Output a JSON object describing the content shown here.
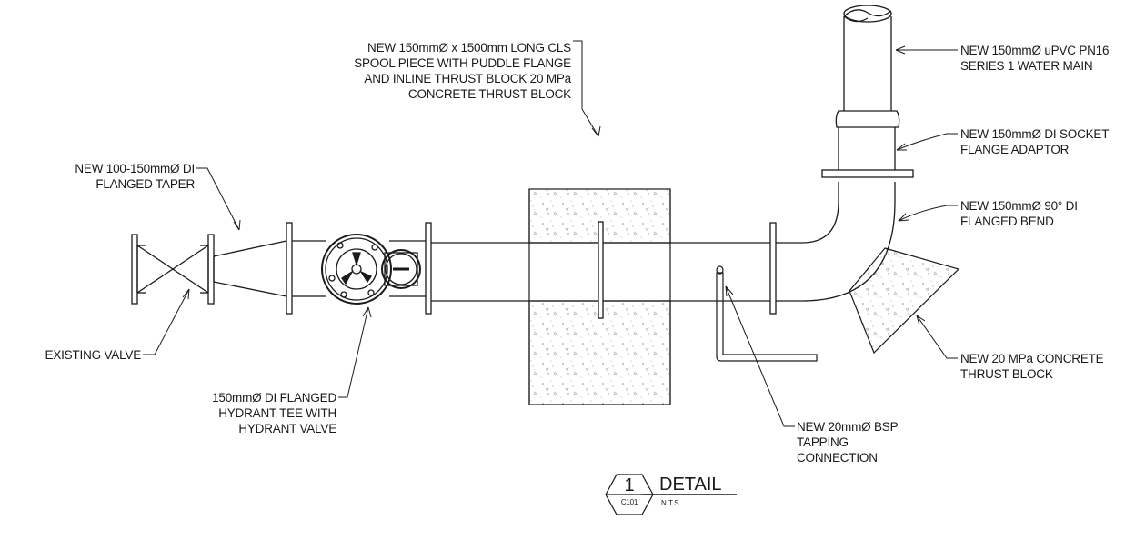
{
  "labels": {
    "spool": [
      "NEW 150mmØ x 1500mm LONG CLS",
      "SPOOL PIECE WITH PUDDLE FLANGE",
      "AND INLINE THRUST BLOCK 20 MPa",
      "CONCRETE THRUST BLOCK"
    ],
    "taper": [
      "NEW 100-150mmØ DI",
      "FLANGED TAPER"
    ],
    "existing_valve": [
      "EXISTING VALVE"
    ],
    "hydrant_tee": [
      "150mmØ DI FLANGED",
      "HYDRANT TEE WITH",
      "HYDRANT VALVE"
    ],
    "water_main": [
      "NEW 150mmØ uPVC PN16",
      "SERIES 1 WATER MAIN"
    ],
    "socket_adaptor": [
      "NEW 150mmØ DI SOCKET",
      "FLANGE ADAPTOR"
    ],
    "bend": [
      "NEW 150mmØ 90° DI",
      "FLANGED BEND"
    ],
    "bend_thrust_block": [
      "NEW 20 MPa CONCRETE",
      "THRUST BLOCK"
    ],
    "tapping": [
      "NEW 20mmØ BSP",
      "TAPPING",
      "CONNECTION"
    ]
  },
  "title_block": {
    "number": "1",
    "sheet": "C101",
    "title": "DETAIL",
    "scale": "N.T.S."
  },
  "colors": {
    "ink": "#1a1a1a",
    "background": "#ffffff"
  }
}
